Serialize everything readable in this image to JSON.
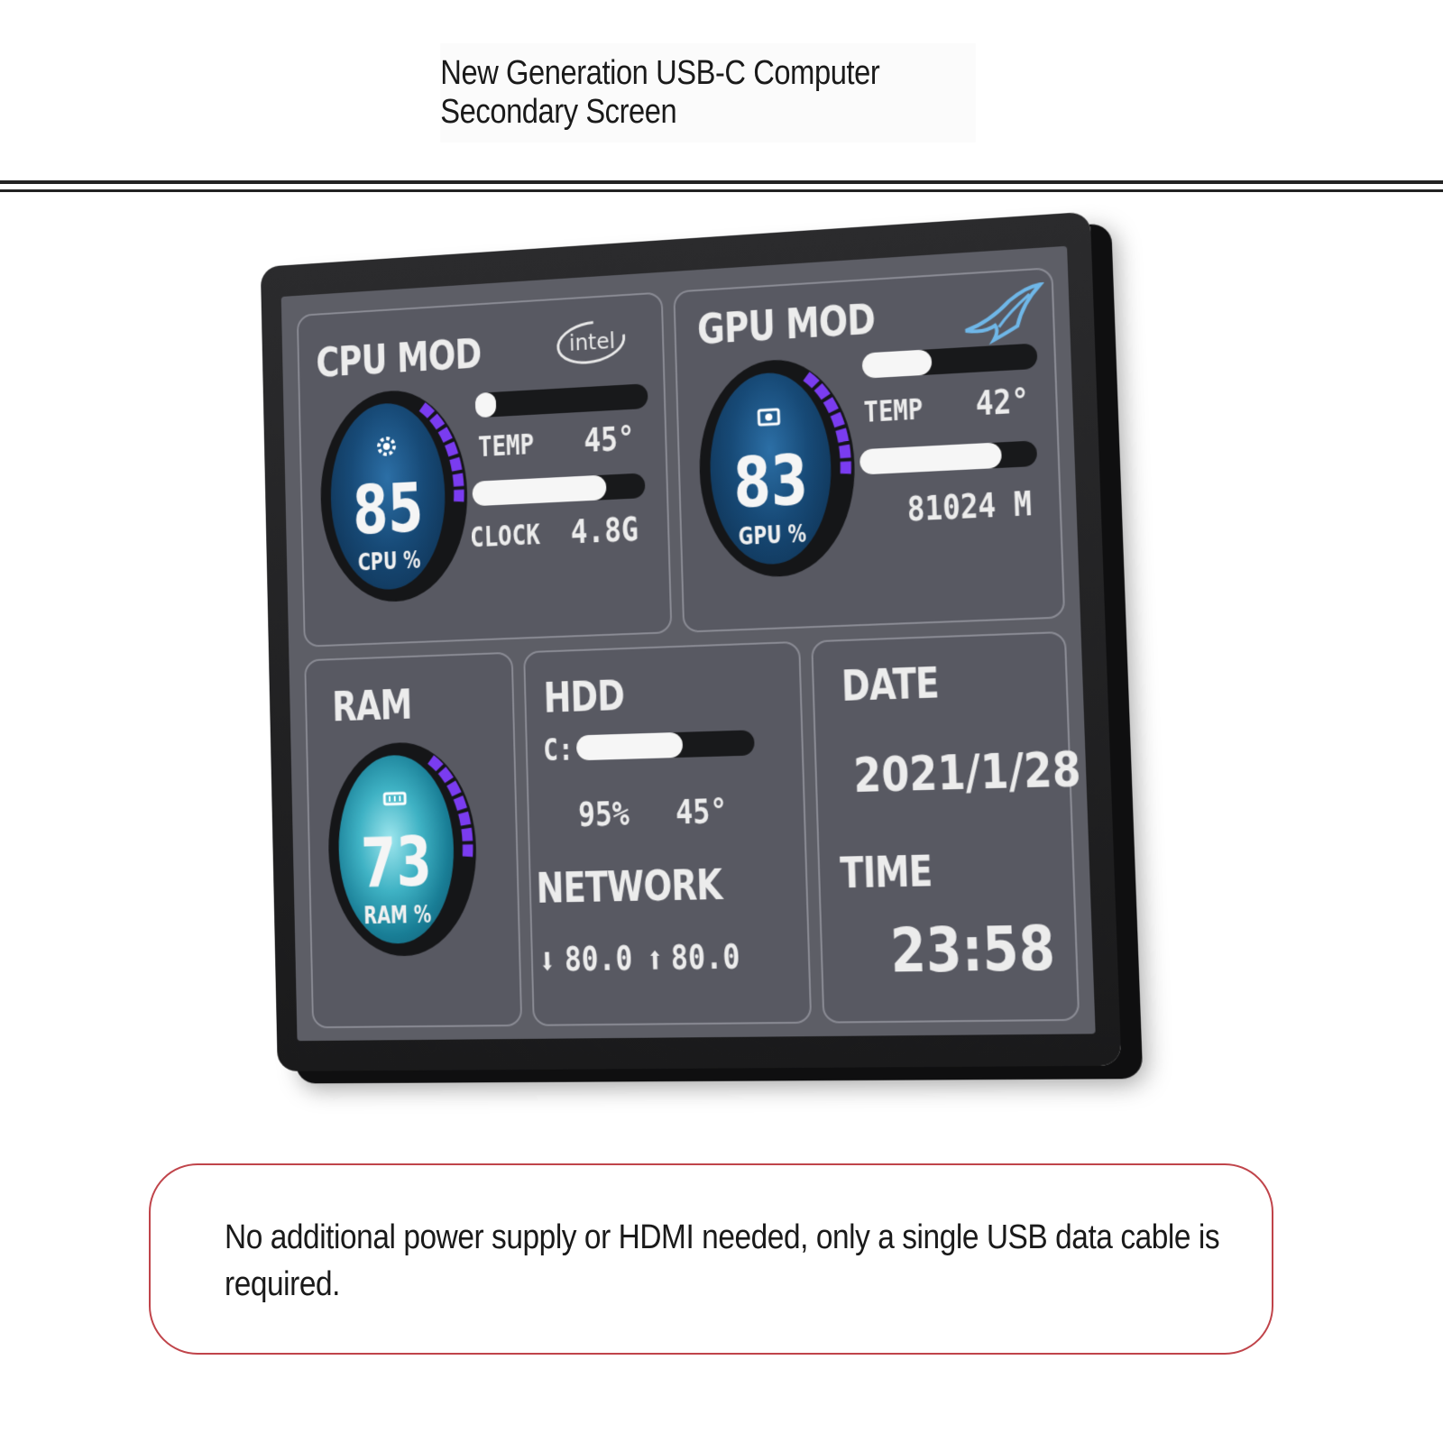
{
  "header": {
    "title": "New Generation USB-C Computer Secondary Screen"
  },
  "device": {
    "cpu": {
      "title": "CPU MOD",
      "logo": "intel",
      "value": "85",
      "unit_label": "CPU %",
      "temp_label": "TEMP",
      "temp_value": "45°",
      "clock_label": "CLOCK",
      "clock_value": "4.8G",
      "temp_bar_fraction": 0.12,
      "clock_bar_fraction": 0.78,
      "gauge_fraction": 0.85
    },
    "gpu": {
      "title": "GPU MOD",
      "logo_icon": "rog-eye-icon",
      "value": "83",
      "unit_label": "GPU %",
      "temp_label": "TEMP",
      "temp_value": "42°",
      "mem_value": "81024 M",
      "temp_bar_fraction": 0.4,
      "mem_bar_fraction": 0.8,
      "gauge_fraction": 0.83
    },
    "ram": {
      "title": "RAM",
      "value": "73",
      "unit_label": "RAM %",
      "gauge_fraction": 0.73
    },
    "hdd": {
      "title": "HDD",
      "drive": "C:",
      "usage": "95%",
      "temp": "45°",
      "bar_fraction": 0.6
    },
    "network": {
      "title": "NETWORK",
      "down": "80.0",
      "up": "80.0"
    },
    "date": {
      "title": "DATE",
      "value": "2021/1/28"
    },
    "time": {
      "title": "TIME",
      "value": "23:58"
    }
  },
  "notice": {
    "text": "No additional power supply or HDMI needed, only a single USB data cable is required."
  },
  "colors": {
    "accent_purple": "#7a3cf0",
    "panel_border": "#8a8b94",
    "notice_border": "#c0444a"
  }
}
